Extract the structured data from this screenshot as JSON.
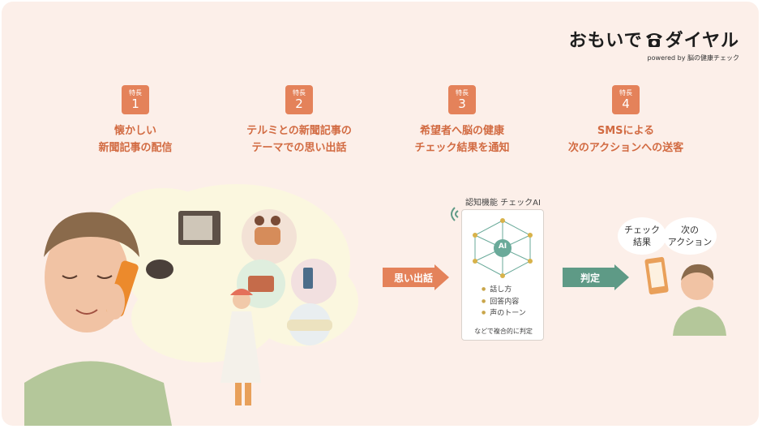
{
  "logo": {
    "main_left": "おもいで",
    "main_right": "ダイヤル",
    "sub": "powered by 脳の健康チェック"
  },
  "features": [
    {
      "label": "特長",
      "num": "1",
      "line1": "懐かしい",
      "line2": "新聞記事の配信"
    },
    {
      "label": "特長",
      "num": "2",
      "line1": "テルミとの新聞記事の",
      "line2": "テーマでの思い出話"
    },
    {
      "label": "特長",
      "num": "3",
      "line1": "希望者へ脳の健康",
      "line2": "チェック結果を通知"
    },
    {
      "label": "特長",
      "num": "4",
      "line1": "SMSによる",
      "line2": "次のアクションへの送客"
    }
  ],
  "flow": {
    "arrow1": "思い出話",
    "arrow2": "判定"
  },
  "ai": {
    "title": "認知機能 チェックAI",
    "center": "AI",
    "items": [
      "話し方",
      "回答内容",
      "声のトーン"
    ],
    "note": "などで複合的に判定"
  },
  "bubbles": {
    "left_line1": "チェック",
    "left_line2": "結果",
    "right_line1": "次の",
    "right_line2": "アクション"
  },
  "colors": {
    "background": "#fcefe9",
    "accent": "#e4825a",
    "feature_text": "#d26b42",
    "arrow_green": "#5e9a86",
    "phone_orange": "#ec8a2c"
  }
}
